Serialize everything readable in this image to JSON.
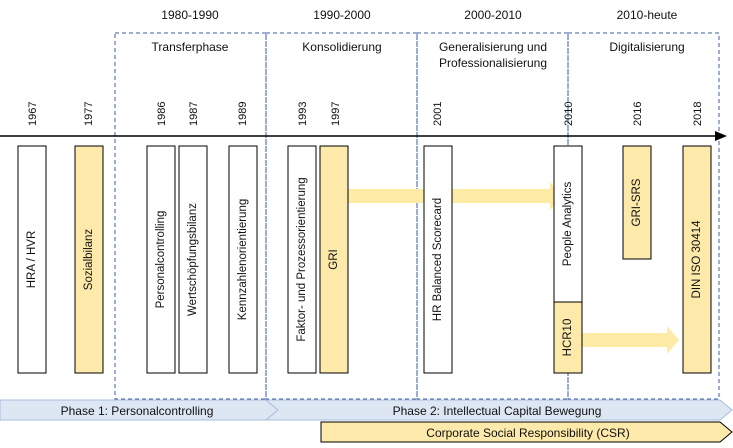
{
  "colors": {
    "box_white": "#ffffff",
    "box_yellow": "#fde9a9",
    "arrow_yellow": "#fdeba6",
    "band_blue": "#dde7f4",
    "band_blue_border": "#a9bddb",
    "band_yellow": "#fde9a9",
    "dash": "#3b5ea6",
    "axis": "#000000"
  },
  "eras": [
    {
      "id": "e1",
      "label": "1980-1990",
      "phase": "Transferphase"
    },
    {
      "id": "e2",
      "label": "1990-2000",
      "phase": "Konsolidierung"
    },
    {
      "id": "e3",
      "label": "2000-2010",
      "phase": "Generalisierung und",
      "phase2": "Professionalisierung"
    },
    {
      "id": "e4",
      "label": "2010-heute",
      "phase": "Digitalisierung"
    }
  ],
  "years": [
    "1967",
    "1977",
    "1986",
    "1987",
    "1989",
    "1993",
    "1997",
    "2001",
    "2010",
    "2016",
    "2018"
  ],
  "boxes": [
    {
      "id": "b1",
      "label": "HRA / HVR",
      "style": "white"
    },
    {
      "id": "b2",
      "label": "Sozialbilanz",
      "style": "yellow"
    },
    {
      "id": "b3",
      "label": "Personalcontrolling",
      "style": "white"
    },
    {
      "id": "b4",
      "label": "Wertschöpfungsbilanz",
      "style": "white"
    },
    {
      "id": "b5",
      "label": "Kennzahlenorientierung",
      "style": "white"
    },
    {
      "id": "b6",
      "label": "Faktor- und Prozessorientierung",
      "style": "white"
    },
    {
      "id": "b7",
      "label": "GRI",
      "style": "yellow"
    },
    {
      "id": "b8",
      "label": "HR Balanced Scorecard",
      "style": "white"
    },
    {
      "id": "b9",
      "label": "People Analytics",
      "style": "white"
    },
    {
      "id": "b10",
      "label": "HCR10",
      "style": "yellow"
    },
    {
      "id": "b11",
      "label": "GRI-SRS",
      "style": "yellow"
    },
    {
      "id": "b12",
      "label": "DIN ISO 30414",
      "style": "yellow"
    }
  ],
  "bands": {
    "phase1": "Phase 1: Personalcontrolling",
    "phase2": "Phase 2: Intellectual Capital Bewegung",
    "csr": "Corporate  Social Responsibility (CSR)"
  }
}
